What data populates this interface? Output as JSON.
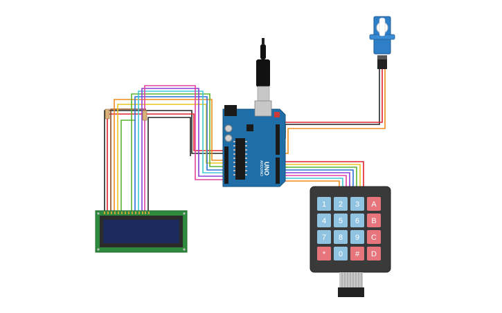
{
  "board": {
    "name": "UNO",
    "brand": "ARDUINO",
    "brand_color": "#1f6ea8"
  },
  "keypad": {
    "rows": [
      [
        "1",
        "2",
        "3",
        "A"
      ],
      [
        "4",
        "5",
        "6",
        "B"
      ],
      [
        "7",
        "8",
        "9",
        "C"
      ],
      [
        "*",
        "0",
        "#",
        "D"
      ]
    ],
    "digit_color": "#8fc3e0",
    "letter_color": "#e8757c",
    "body_color": "#3a3a3a"
  },
  "lcd": {
    "screen_color": "#1c2a5e",
    "pcb_color": "#2e8b3e"
  },
  "servo": {
    "body_color": "#2f7fc8"
  },
  "wire_colors": {
    "red": "#e0202a",
    "black": "#222222",
    "orange": "#f08a1c",
    "yellow": "#e8c51c",
    "green": "#5ab22e",
    "blue": "#2a6fd6",
    "purple": "#8c3bd6",
    "pink": "#e040a0",
    "cyan": "#3ec8d6",
    "brown": "#8a4a1c"
  }
}
